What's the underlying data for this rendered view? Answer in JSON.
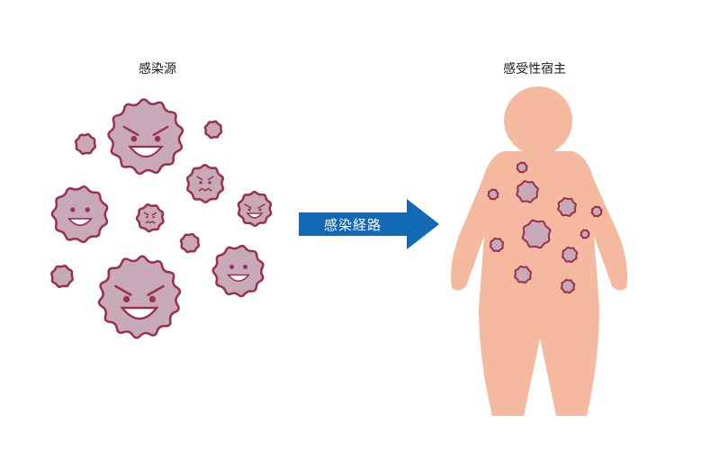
{
  "source": {
    "label": "感染源"
  },
  "route": {
    "label": "感染経路"
  },
  "host": {
    "label": "感受性宿主"
  },
  "colors": {
    "arrow": "#1469b5",
    "germ_fill": "#c7a9b8",
    "germ_stroke": "#9c2f4e",
    "body": "#f5b9a0"
  },
  "icons": {
    "germ": "germ-icon",
    "person": "person-silhouette-icon",
    "arrow": "arrow-right-icon"
  }
}
